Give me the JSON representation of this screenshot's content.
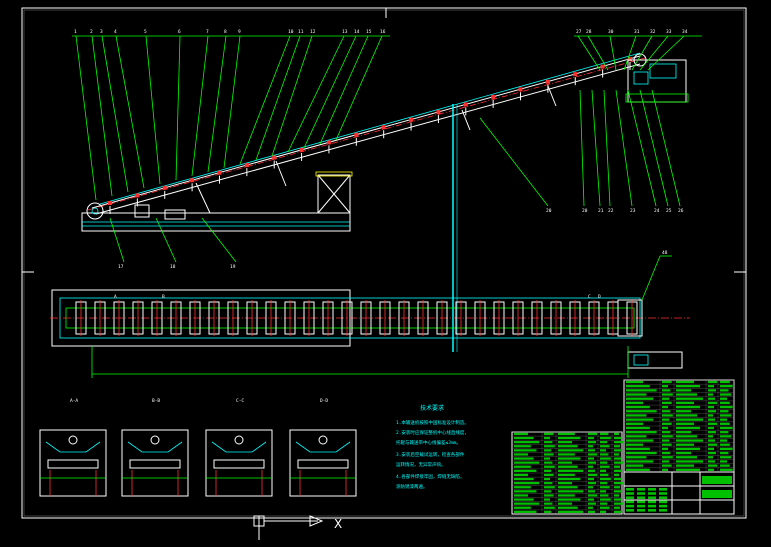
{
  "balloons": {
    "top_left": [
      "1",
      "2",
      "3",
      "4",
      "5",
      "6",
      "7",
      "8",
      "9",
      "10",
      "11",
      "12",
      "13",
      "14",
      "15",
      "16"
    ],
    "top_right": [
      "27",
      "28",
      "30",
      "31",
      "32",
      "33",
      "34"
    ],
    "bottom_right": [
      "20",
      "21",
      "22",
      "23",
      "24",
      "25",
      "26"
    ],
    "bottom_left": [
      "17",
      "18",
      "19"
    ],
    "mid": "20",
    "plan": "48"
  },
  "sections": [
    "A-A",
    "B-B",
    "C-C",
    "D-D"
  ],
  "plan_markers": [
    "A",
    "B",
    "C",
    "D"
  ],
  "tech_req": {
    "title": "技术要求",
    "lines": [
      "1.本输送机按照中国标准设计制造。",
      "2.安装时应保证整机中心线直线度，",
      "  托辊与输送带中心线偏差≤3mm。",
      "3.安装后空载试运转，检查各部件",
      "  运转情况，无异常声响。",
      "4.各部件焊接牢固，焊缝无缺陷，",
      "  涂防锈漆两遍。"
    ]
  },
  "colors": {
    "background": "#000000",
    "frame": "#ffffff",
    "leader": "#00ff00",
    "structure": "#00ffff",
    "center": "#ff3030",
    "accent": "#ffff00",
    "table": "#00c000"
  }
}
